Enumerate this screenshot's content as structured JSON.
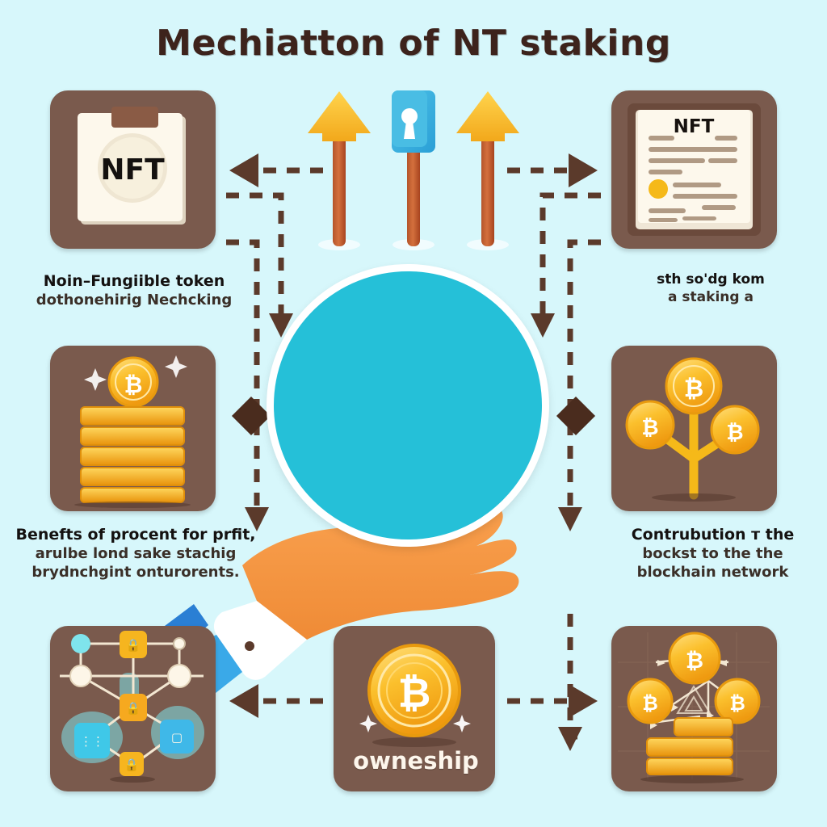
{
  "page": {
    "title": "Mechiatton of NT staking",
    "background_color": "#d7f7fb",
    "card_color": "#7a5a4d",
    "accent_color": "#25c0d8",
    "gold_color": "#f5b919",
    "arrow_color": "#5b3a2b"
  },
  "cards": {
    "top_left": {
      "name": "nft-clipboard-card",
      "badge": "NFT"
    },
    "top_right": {
      "name": "nft-document-card",
      "badge": "NFT"
    },
    "mid_left": {
      "name": "coin-stack-card",
      "badge": "₿"
    },
    "mid_right": {
      "name": "coin-tree-card",
      "badge": "₿"
    },
    "bottom_left": {
      "name": "network-graph-card",
      "badge": ""
    },
    "bottom_center": {
      "name": "ownership-coin-card",
      "badge": "₿",
      "label": "owneship"
    },
    "bottom_right": {
      "name": "blockchain-coins-card",
      "badge": "₿"
    }
  },
  "captions": {
    "top_left": {
      "line1": "Noin–Fungiible token",
      "line2": "dothonehirig Nechcking"
    },
    "top_right": {
      "line1": "sth so'dg kom",
      "line2": "a staking a"
    },
    "mid_left": {
      "line1": "Benefts of procent for prfit,",
      "line2": "arulbe lond sake stachig",
      "line3": "brydnchgint onturorents."
    },
    "mid_right": {
      "line1": "Contrubution т the",
      "line2": "bockst to the the",
      "line3": "blockhain network"
    }
  },
  "icons": {
    "center_circle": "growth-arrows-circle",
    "key_sign": "keyhole-sign-icon",
    "left_post": "up-arrow-post-icon",
    "right_post": "up-arrow-post-icon",
    "hand": "open-hand-icon",
    "diamond_left": "diamond-marker",
    "diamond_right": "diamond-marker"
  },
  "connectors": [
    {
      "name": "arrow-center-to-top-left",
      "direction": "left"
    },
    {
      "name": "arrow-center-to-top-right",
      "direction": "right"
    },
    {
      "name": "arrow-center-to-bottom-left",
      "direction": "left"
    },
    {
      "name": "arrow-center-to-bottom-right",
      "direction": "right"
    },
    {
      "name": "arrow-down-left-inner",
      "direction": "down"
    },
    {
      "name": "arrow-down-left-outer",
      "direction": "down"
    },
    {
      "name": "arrow-down-right-inner",
      "direction": "down"
    },
    {
      "name": "arrow-down-right-outer",
      "direction": "down"
    }
  ]
}
